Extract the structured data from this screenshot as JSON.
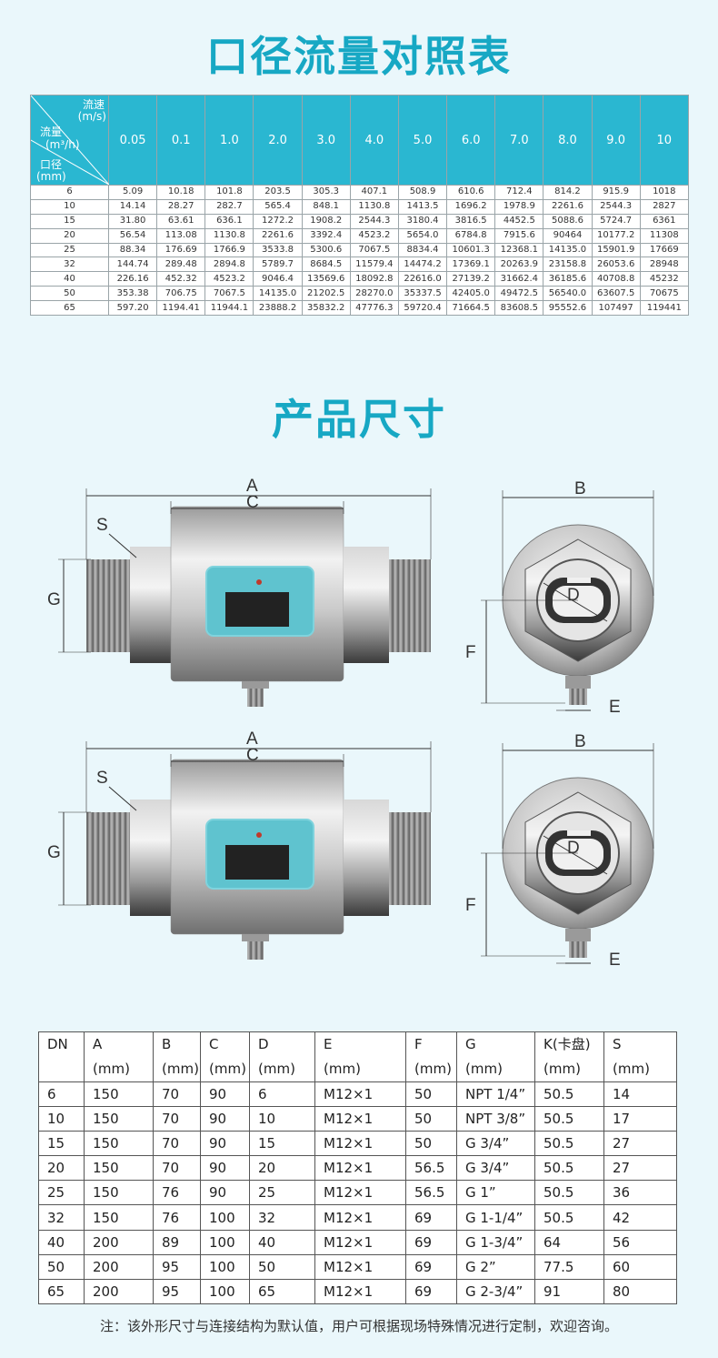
{
  "title_flow": "口径流量对照表",
  "title_size": "产品尺寸",
  "flow_table": {
    "corner": {
      "speed": "流速",
      "speed_unit": "(m/s)",
      "flow": "流量",
      "flow_unit": "(m³/h)",
      "dia": "口径",
      "dia_unit": "(mm)"
    },
    "speeds": [
      "0.05",
      "0.1",
      "1.0",
      "2.0",
      "3.0",
      "4.0",
      "5.0",
      "6.0",
      "7.0",
      "8.0",
      "9.0",
      "10"
    ],
    "rows": [
      [
        "6",
        "5.09",
        "10.18",
        "101.8",
        "203.5",
        "305.3",
        "407.1",
        "508.9",
        "610.6",
        "712.4",
        "814.2",
        "915.9",
        "1018"
      ],
      [
        "10",
        "14.14",
        "28.27",
        "282.7",
        "565.4",
        "848.1",
        "1130.8",
        "1413.5",
        "1696.2",
        "1978.9",
        "2261.6",
        "2544.3",
        "2827"
      ],
      [
        "15",
        "31.80",
        "63.61",
        "636.1",
        "1272.2",
        "1908.2",
        "2544.3",
        "3180.4",
        "3816.5",
        "4452.5",
        "5088.6",
        "5724.7",
        "6361"
      ],
      [
        "20",
        "56.54",
        "113.08",
        "1130.8",
        "2261.6",
        "3392.4",
        "4523.2",
        "5654.0",
        "6784.8",
        "7915.6",
        "90464",
        "10177.2",
        "11308"
      ],
      [
        "25",
        "88.34",
        "176.69",
        "1766.9",
        "3533.8",
        "5300.6",
        "7067.5",
        "8834.4",
        "10601.3",
        "12368.1",
        "14135.0",
        "15901.9",
        "17669"
      ],
      [
        "32",
        "144.74",
        "289.48",
        "2894.8",
        "5789.7",
        "8684.5",
        "11579.4",
        "14474.2",
        "17369.1",
        "20263.9",
        "23158.8",
        "26053.6",
        "28948"
      ],
      [
        "40",
        "226.16",
        "452.32",
        "4523.2",
        "9046.4",
        "13569.6",
        "18092.8",
        "22616.0",
        "27139.2",
        "31662.4",
        "36185.6",
        "40708.8",
        "45232"
      ],
      [
        "50",
        "353.38",
        "706.75",
        "7067.5",
        "14135.0",
        "21202.5",
        "28270.0",
        "35337.5",
        "42405.0",
        "49472.5",
        "56540.0",
        "63607.5",
        "70675"
      ],
      [
        "65",
        "597.20",
        "1194.41",
        "11944.1",
        "23888.2",
        "35832.2",
        "47776.3",
        "59720.4",
        "71664.5",
        "83608.5",
        "95552.6",
        "107497",
        "119441"
      ]
    ]
  },
  "diagram_labels": {
    "A": "A",
    "B": "B",
    "C": "C",
    "D": "D",
    "E": "E",
    "F": "F",
    "G": "G",
    "S": "S"
  },
  "dims_table": {
    "headers": [
      {
        "name": "DN",
        "unit": ""
      },
      {
        "name": "A",
        "unit": "(mm)"
      },
      {
        "name": "B",
        "unit": "(mm)"
      },
      {
        "name": "C",
        "unit": "(mm)"
      },
      {
        "name": "D",
        "unit": "(mm)"
      },
      {
        "name": "E",
        "unit": "(mm)"
      },
      {
        "name": "F",
        "unit": "(mm)"
      },
      {
        "name": "G",
        "unit": "(mm)"
      },
      {
        "name": "K(卡盘)",
        "unit": "(mm)"
      },
      {
        "name": "S",
        "unit": "(mm)"
      }
    ],
    "rows": [
      [
        "6",
        "150",
        "70",
        "90",
        "6",
        "M12×1",
        "50",
        "NPT 1/4”",
        "50.5",
        "14"
      ],
      [
        "10",
        "150",
        "70",
        "90",
        "10",
        "M12×1",
        "50",
        "NPT 3/8”",
        "50.5",
        "17"
      ],
      [
        "15",
        "150",
        "70",
        "90",
        "15",
        "M12×1",
        "50",
        "G 3/4”",
        "50.5",
        "27"
      ],
      [
        "20",
        "150",
        "70",
        "90",
        "20",
        "M12×1",
        "56.5",
        "G 3/4”",
        "50.5",
        "27"
      ],
      [
        "25",
        "150",
        "76",
        "90",
        "25",
        "M12×1",
        "56.5",
        "G 1”",
        "50.5",
        "36"
      ],
      [
        "32",
        "150",
        "76",
        "100",
        "32",
        "M12×1",
        "69",
        "G 1-1/4”",
        "50.5",
        "42"
      ],
      [
        "40",
        "200",
        "89",
        "100",
        "40",
        "M12×1",
        "69",
        "G 1-3/4”",
        "64",
        "56"
      ],
      [
        "50",
        "200",
        "95",
        "100",
        "50",
        "M12×1",
        "69",
        "G 2”",
        "77.5",
        "60"
      ],
      [
        "65",
        "200",
        "95",
        "100",
        "65",
        "M12×1",
        "69",
        "G 2-3/4”",
        "91",
        "80"
      ]
    ]
  },
  "note": "注：该外形尺寸与连接结构为默认值，用户可根据现场特殊情况进行定制，欢迎咨询。",
  "colors": {
    "accent": "#17a8c4",
    "header_bg": "#2ab7d1",
    "background": "#eaf7fb",
    "display": "#5fc3cf"
  }
}
